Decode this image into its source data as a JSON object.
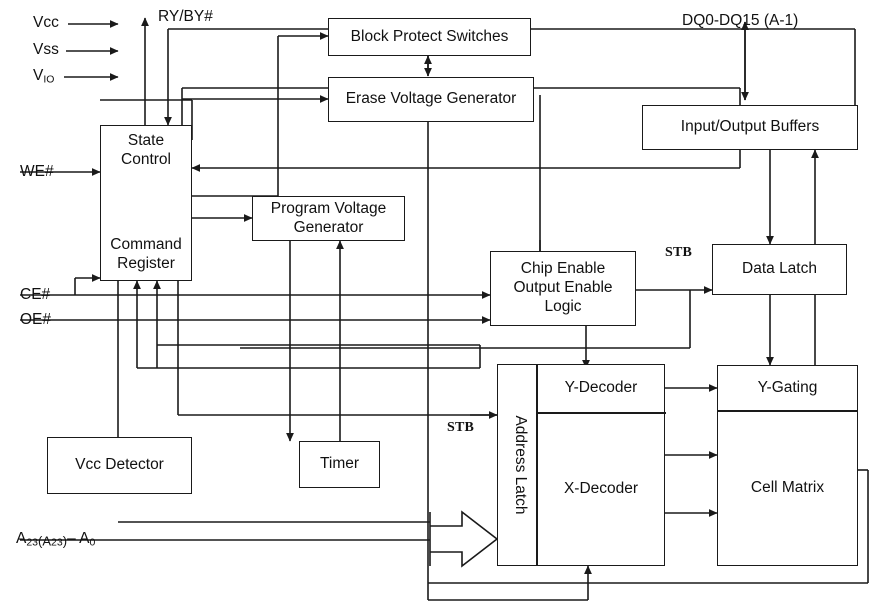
{
  "diagram": {
    "title": "Flash Memory Block Diagram",
    "stroke_color": "#1a1a1a",
    "background": "#ffffff"
  },
  "signals": {
    "vcc": "Vcc",
    "vss": "Vss",
    "vio_base": "V",
    "vio_sub": "IO",
    "rybynot": "RY/BY#",
    "we": "WE#",
    "ce": "CE#",
    "oe": "OE#",
    "dq": "DQ0-DQ15 (A-1)",
    "stb_1": "STB",
    "stb_2": "STB",
    "addr_a23": "A",
    "addr_a23_sub": "23",
    "addr_paren_open": "(A",
    "addr_paren_sub": "23",
    "addr_paren_close": ")",
    "addr_dash": "– A",
    "addr_a0_sub": "0"
  },
  "blocks": {
    "block_protect": "Block Protect Switches",
    "erase_voltage": "Erase Voltage Generator",
    "io_buffers": "Input/Output Buffers",
    "state_control": "State Control",
    "command_register": "Command Register",
    "program_voltage": "Program Voltage Generator",
    "chip_enable_logic": "Chip Enable Output Enable Logic",
    "chip_enable_l1": "Chip Enable",
    "chip_enable_l2": "Output Enable",
    "chip_enable_l3": "Logic",
    "data_latch": "Data Latch",
    "address_latch": "Address Latch",
    "y_decoder": "Y-Decoder",
    "x_decoder": "X-Decoder",
    "y_gating": "Y-Gating",
    "cell_matrix": "Cell Matrix",
    "vcc_detector": "Vcc Detector",
    "timer": "Timer"
  }
}
